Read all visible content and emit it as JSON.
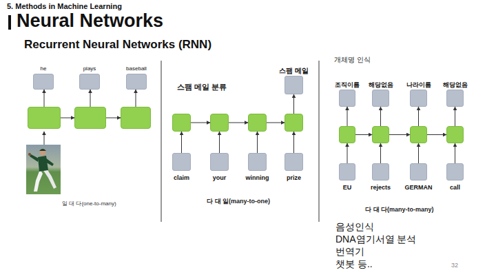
{
  "diagram": {
    "title": "Neural Networks",
    "nodes": [
      {
        "text": [
          "he"
        ]
      },
      {
        "text": [
          "plays"
        ]
      },
      {
        "text": [
          "baseball"
        ]
      },
      {
        "text": []
      },
      {
        "text": []
      },
      {
        "text": []
      },
      {
        "text": [
          "스팸 메일"
        ]
      },
      {
        "text": []
      },
      {
        "text": []
      },
      {
        "text": []
      },
      {
        "text": []
      },
      {
        "text": [
          "claim"
        ]
      },
      {
        "text": [
          "your"
        ]
      },
      {
        "text": [
          "winning"
        ]
      },
      {
        "text": [
          "prize"
        ]
      },
      {
        "text": [
          "조직이름"
        ]
      },
      {
        "text": [
          "해당없음"
        ]
      },
      {
        "text": [
          "나라이름"
        ]
      },
      {
        "text": [
          "해당없음"
        ]
      },
      {
        "text": []
      },
      {
        "text": []
      },
      {
        "text": []
      },
      {
        "text": []
      },
      {
        "text": [
          "EU"
        ]
      },
      {
        "text": [
          "rejects"
        ]
      },
      {
        "text": [
          "GERMAN"
        ]
      },
      {
        "text": [
          "call"
        ]
      }
    ],
    "edges": [
      {
        "from": 3,
        "to": 4,
        "arrow": "to"
      },
      {
        "from": 4,
        "to": 5,
        "arrow": "to"
      },
      {
        "from": 3,
        "to": 0,
        "arrow": "to"
      },
      {
        "from": 4,
        "to": 1,
        "arrow": "to"
      },
      {
        "from": 5,
        "to": 2,
        "arrow": "to"
      },
      {
        "from": 7,
        "to": 8,
        "arrow": "to"
      },
      {
        "from": 8,
        "to": 9,
        "arrow": "to"
      },
      {
        "from": 9,
        "to": 10,
        "arrow": "to"
      },
      {
        "from": 10,
        "to": 6,
        "arrow": "to"
      },
      {
        "from": 11,
        "to": 7,
        "arrow": "to"
      },
      {
        "from": 12,
        "to": 8,
        "arrow": "to"
      },
      {
        "from": 13,
        "to": 9,
        "arrow": "to"
      },
      {
        "from": 14,
        "to": 10,
        "arrow": "to"
      },
      {
        "from": 19,
        "to": 20,
        "arrow": "to"
      },
      {
        "from": 20,
        "to": 21,
        "arrow": "to"
      },
      {
        "from": 21,
        "to": 22,
        "arrow": "to"
      },
      {
        "from": 19,
        "to": 15,
        "arrow": "to"
      },
      {
        "from": 20,
        "to": 16,
        "arrow": "to"
      },
      {
        "from": 21,
        "to": 17,
        "arrow": "to"
      },
      {
        "from": 22,
        "to": 18,
        "arrow": "to"
      },
      {
        "from": 23,
        "to": 19,
        "arrow": "to"
      },
      {
        "from": 24,
        "to": 20,
        "arrow": "to"
      },
      {
        "from": 25,
        "to": 21,
        "arrow": "to"
      },
      {
        "from": 26,
        "to": 22,
        "arrow": "to"
      }
    ],
    "labels": [
      "5. Methods in Machine Learning",
      "Recurrent Neural Networks (RNN)",
      "일 대 다(one-to-many)",
      "스팸 메일 분류",
      "다 대 일(many-to-one)",
      "개체명 인식",
      "다 대 다(many-to-many)",
      "음성인식",
      "DNA염기서열 분석",
      "번역기",
      "챗봇 등..",
      "32"
    ]
  }
}
